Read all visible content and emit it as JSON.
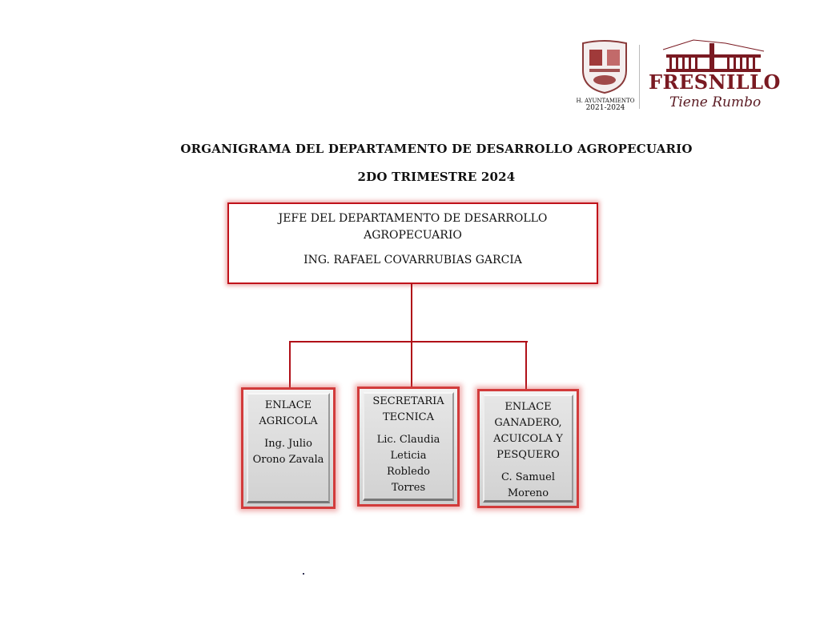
{
  "logo": {
    "seal_caption_1": "H. AYUNTAMIENTO",
    "seal_caption_2": "2021-2024",
    "brand": "FRESNILLO",
    "slogan": "Tiene Rumbo",
    "brand_color": "#7a1a22"
  },
  "title": "ORGANIGRAMA DEL DEPARTAMENTO DE DESARROLLO AGROPECUARIO",
  "subtitle": "2DO TRIMESTRE 2024",
  "head": {
    "role_line1": "JEFE DEL DEPARTAMENTO DE DESARROLLO",
    "role_line2": "AGROPECUARIO",
    "name": "ING. RAFAEL COVARRUBIAS GARCIA"
  },
  "units": [
    {
      "role": [
        "ENLACE",
        "AGRICOLA"
      ],
      "name": [
        "Ing. Julio",
        "Orono Zavala"
      ]
    },
    {
      "role": [
        "SECRETARIA",
        "TECNICA"
      ],
      "name": [
        "Lic. Claudia",
        "Leticia",
        "Robledo",
        "Torres"
      ]
    },
    {
      "role": [
        "ENLACE",
        "GANADERO,",
        "ACUICOLA Y",
        "PESQUERO"
      ],
      "name": [
        "C. Samuel",
        "Moreno"
      ]
    }
  ],
  "colors": {
    "accent": "#c0121a"
  }
}
